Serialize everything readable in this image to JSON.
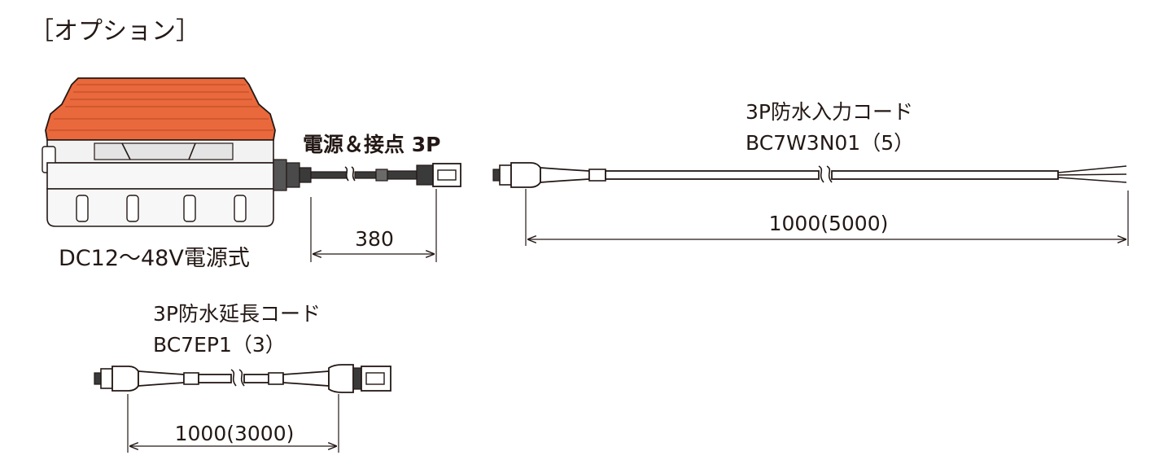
{
  "section_title": "［オプション］",
  "device": {
    "caption": "DC12～48V電源式",
    "connector_label": "電源＆接点 3P",
    "cable_length": "380",
    "colors": {
      "cap": "#e9683c",
      "cap_dark": "#c9532b",
      "body": "#f2f2f2",
      "outline": "#231815"
    }
  },
  "input_cord": {
    "name": "3P防水入力コード",
    "model": "BC7W3N01（5）",
    "length": "1000(5000)"
  },
  "extension_cord": {
    "name": "3P防水延長コード",
    "model": "BC7EP1（3）",
    "length": "1000(3000)"
  }
}
